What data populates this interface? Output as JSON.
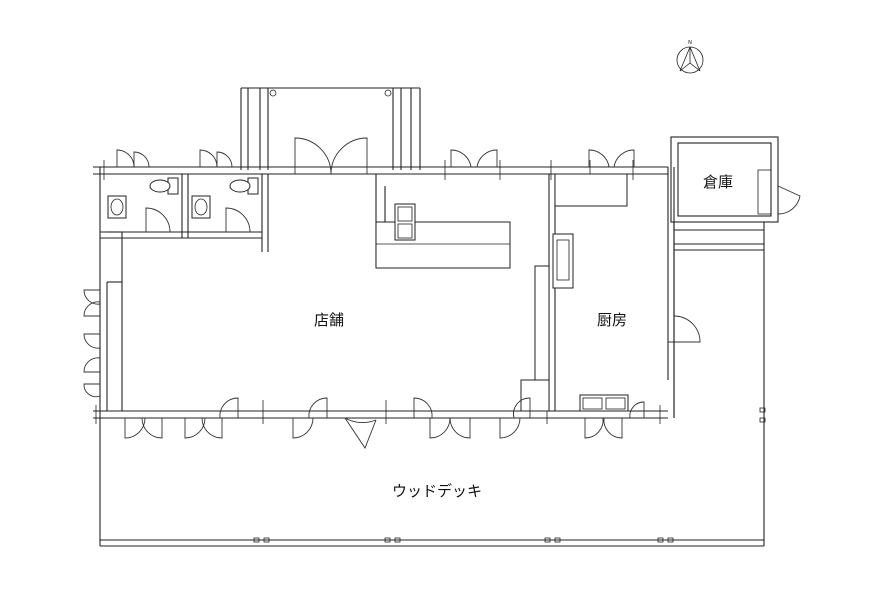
{
  "rooms": {
    "shop": "店舗",
    "kitchen": "厨房",
    "storage": "倉庫",
    "deck": "ウッドデッキ"
  },
  "compass": {
    "north": "N"
  }
}
